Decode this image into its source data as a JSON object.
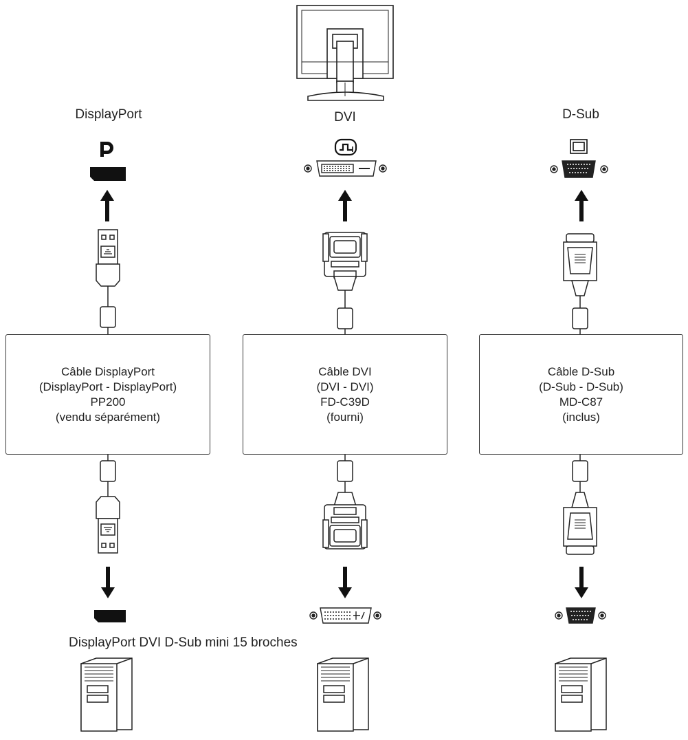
{
  "headers": {
    "displayport": "DisplayPort",
    "dvi": "DVI",
    "dsub": "D-Sub"
  },
  "cables": [
    {
      "line1": "Câble DisplayPort",
      "line2": "(DisplayPort - DisplayPort)",
      "line3": "PP200",
      "line4": "(vendu séparément)"
    },
    {
      "line1": "Câble DVI",
      "line2": "(DVI - DVI)",
      "line3": "FD-C39D",
      "line4": "(fourni)"
    },
    {
      "line1": "Câble D-Sub",
      "line2": "(D-Sub - D-Sub)",
      "line3": "MD-C87",
      "line4": "(inclus)"
    }
  ],
  "pc_ports_caption": "DisplayPort DVI D-Sub mini 15 broches",
  "icons": [
    "monitor-rear-icon",
    "displayport-logo-icon",
    "dvi-logo-icon",
    "vga-logo-icon",
    "displayport-port-icon",
    "dvi-port-icon",
    "dsub-port-icon",
    "arrow-up-icon",
    "arrow-down-icon",
    "displayport-plug-icon",
    "dvi-plug-icon",
    "dsub-plug-icon",
    "ferrite-core-icon",
    "pc-tower-icon"
  ],
  "colors": {
    "line": "#222222",
    "background": "#ffffff"
  }
}
